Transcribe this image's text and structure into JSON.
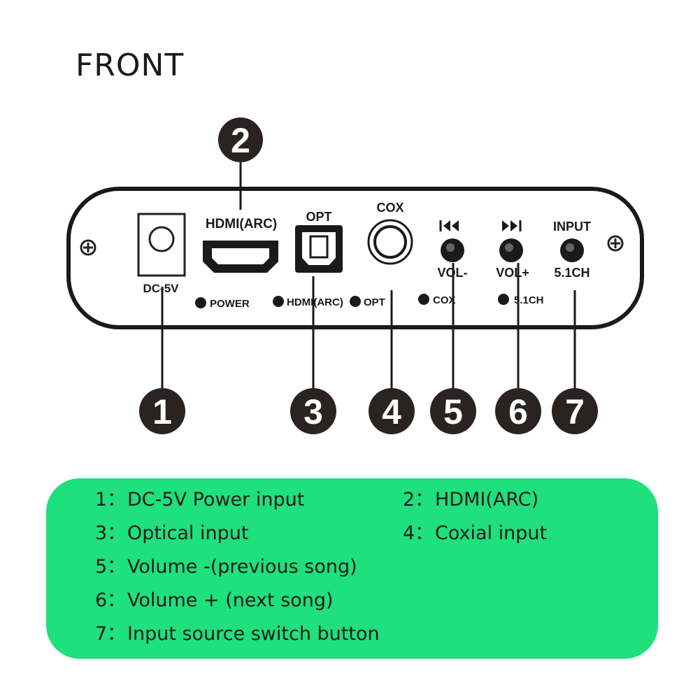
{
  "title": "FRONT",
  "device": {
    "port_labels": {
      "dc": "DC-5V",
      "hdmi": "HDMI(ARC)",
      "opt": "OPT",
      "cox": "COX",
      "vol_minus": "VOL-",
      "vol_plus": "VOL+",
      "input": "INPUT",
      "ch51": "5.1CH"
    },
    "indicator_labels": {
      "power": "POWER",
      "hdmi": "HDMI(ARC)",
      "opt": "OPT",
      "cox": "COX",
      "ch51": "5.1CH"
    },
    "markers": [
      "1",
      "2",
      "3",
      "4",
      "5",
      "6",
      "7"
    ]
  },
  "legend": {
    "items": [
      {
        "num": "1：",
        "text": "DC-5V Power input"
      },
      {
        "num": "2：",
        "text": "HDMI(ARC)"
      },
      {
        "num": "3：",
        "text": "Optical input"
      },
      {
        "num": "4：",
        "text": "Coxial input"
      },
      {
        "num": "5：",
        "text": "Volume -(previous song)"
      },
      {
        "num": "6：",
        "text": "Volume + (next song)"
      },
      {
        "num": "7：",
        "text": "Input source switch button"
      }
    ]
  },
  "colors": {
    "panel_outline": "#1a1a1a",
    "marker_fill": "#2b2322",
    "legend_bg": "#1ee07d"
  },
  "icons": {
    "prev": "previous-track-icon",
    "next": "next-track-icon",
    "screw": "screw-icon"
  }
}
